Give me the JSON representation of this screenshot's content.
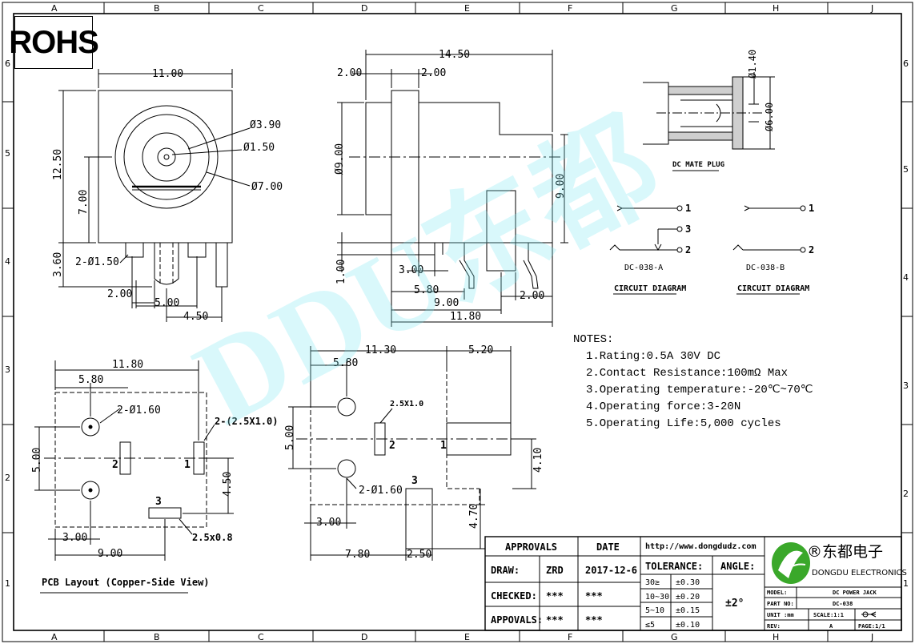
{
  "border": {
    "cols": [
      "A",
      "B",
      "C",
      "D",
      "E",
      "F",
      "G",
      "H",
      "J"
    ],
    "rows": [
      "6",
      "5",
      "4",
      "3",
      "2",
      "1"
    ]
  },
  "rohs": "ROHS",
  "front_view": {
    "dims": [
      "11.00",
      "Ø3.90",
      "Ø1.50",
      "Ø7.00",
      "12.50",
      "7.00",
      "3.60",
      "2-Ø1.50",
      "2.00",
      "5.00",
      "4.50"
    ]
  },
  "side_view": {
    "dims": [
      "14.50",
      "2.00",
      "2.00",
      "Ø9.00",
      "9.00",
      "1.00",
      "3.00",
      "5.80",
      "9.00",
      "11.80",
      "2.00"
    ]
  },
  "plug": {
    "dims": [
      "Ø1.40",
      "Ø6.00"
    ],
    "label": "DC MATE PLUG"
  },
  "circuits": [
    {
      "name": "DC-038-A",
      "caption": "CIRCUIT DIAGRAM",
      "pins": [
        "1",
        "3",
        "2"
      ]
    },
    {
      "name": "DC-038-B",
      "caption": "CIRCUIT DIAGRAM",
      "pins": [
        "1",
        "2"
      ]
    }
  ],
  "pcb": {
    "dims": [
      "11.80",
      "5.80",
      "2-Ø1.60",
      "2-(2.5X1.0)",
      "5.00",
      "2",
      "1",
      "4.50",
      "3",
      "2.5x0.8",
      "3.00",
      "9.00"
    ],
    "title": "PCB Layout (Copper-Side View)"
  },
  "bottom_view": {
    "dims": [
      "11.30",
      "5.20",
      "5.80",
      "2.5X1.0",
      "5.00",
      "2",
      "1",
      "4.10",
      "2-Ø1.60",
      "3",
      "3.00",
      "4.70",
      "7.80",
      "2.50"
    ]
  },
  "notes": {
    "header": "NOTES:",
    "items": [
      "1.Rating:0.5A 30V DC",
      "2.Contact Resistance:100mΩ Max",
      "3.Operating temperature:-20℃~70℃",
      "4.Operating force:3-20N",
      "5.Operating Life:5,000 cycles"
    ]
  },
  "watermark": "DDU东都",
  "title_block": {
    "approvals": "APPROVALS",
    "date": "DATE",
    "url": "http://www.dongdudz.com",
    "tolerance": "TOLERANCE:",
    "angle": "ANGLE:",
    "angle_value": "±2°",
    "draw_label": "DRAW:",
    "draw_name": "ZRD",
    "draw_date": "2017-12-6",
    "checked_label": "CHECKED:",
    "checked_name": "***",
    "checked_date": "***",
    "appvals_label": "APPOVALS:",
    "appvals_name": "***",
    "appvals_date": "***",
    "tol_rows": [
      [
        "30≥",
        "±0.30"
      ],
      [
        "10~30",
        "±0.20"
      ],
      [
        "5~10",
        "±0.15"
      ],
      [
        "≤5",
        "±0.10"
      ]
    ],
    "brand_cn": "®东都电子",
    "brand_en": "DONGDU ELECTRONICS",
    "model_label": "MODEL:",
    "model_value": "DC POWER JACK",
    "part_label": "PART NO:",
    "part_value": "DC-038",
    "unit_label": "UNIT :mm",
    "scale_label": "SCALE:1:1",
    "rev_label": "REV:",
    "rev_value": "A",
    "page_label": "PAGE:1/1"
  },
  "colors": {
    "line": "#000000",
    "watermark": "#78e6f0",
    "logo_green": "#3aa82a"
  }
}
